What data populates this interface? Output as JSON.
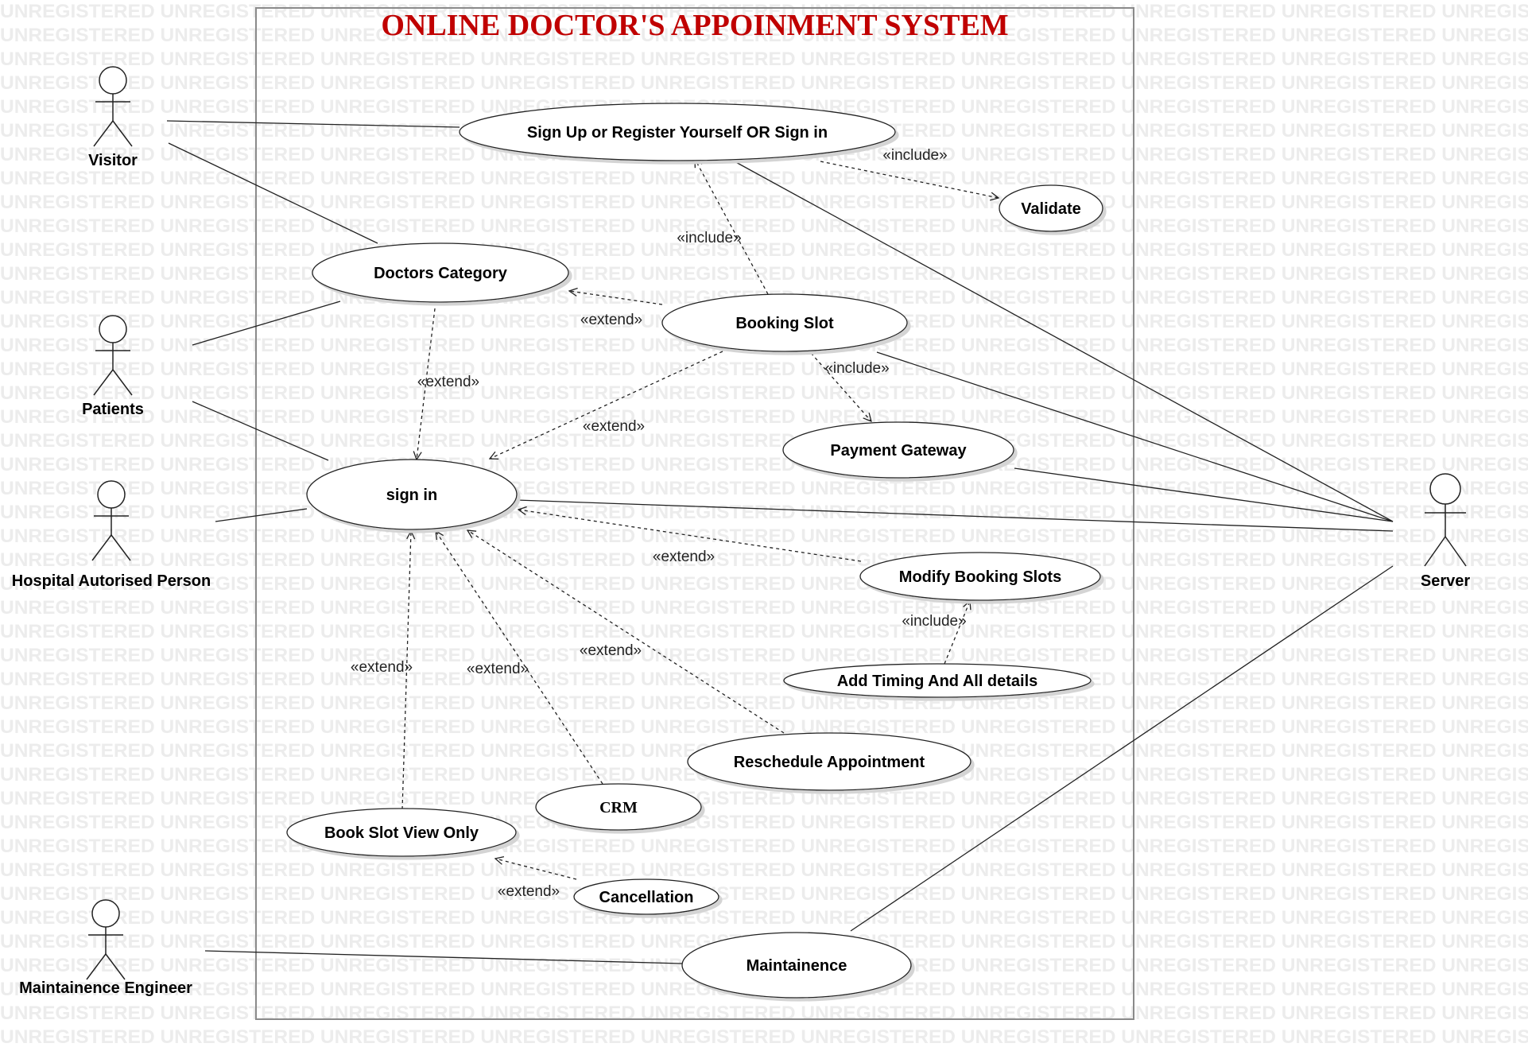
{
  "diagram": {
    "title": "ONLINE DOCTOR'S APPOINMENT SYSTEM",
    "watermark_text": "UNREGISTERED",
    "title_color": "#c00000",
    "use_cases": {
      "signup": "Sign Up or Register Yourself OR Sign in",
      "validate": "Validate",
      "doctors_category": "Doctors Category",
      "booking_slot": "Booking Slot",
      "payment_gateway": "Payment Gateway",
      "sign_in": "sign in",
      "modify_booking": "Modify Booking Slots",
      "add_timing": "Add Timing And All details",
      "reschedule": "Reschedule Appointment",
      "crm": "CRM",
      "book_slot_view": "Book Slot View Only",
      "cancellation": "Cancellation",
      "maintainence": "Maintainence"
    },
    "actors": {
      "visitor": "Visitor",
      "patients": "Patients",
      "hospital": "Hospital Autorised Person",
      "engineer": "Maintainence Engineer",
      "server": "Server"
    },
    "stereotypes": {
      "include_signup_validate": "«include»",
      "include_booking_signup": "«include»",
      "extend_booking_category": "«extend»",
      "extend_category_signin": "«extend»",
      "extend_booking_signin": "«extend»",
      "include_booking_payment": "«include»",
      "extend_modify_signin": "«extend»",
      "include_add_modify": "«include»",
      "extend_reschedule_signin": "«extend»",
      "extend_crm_signin": "«extend»",
      "extend_bookview_signin": "«extend»",
      "extend_cancel_bookview": "«extend»"
    }
  }
}
